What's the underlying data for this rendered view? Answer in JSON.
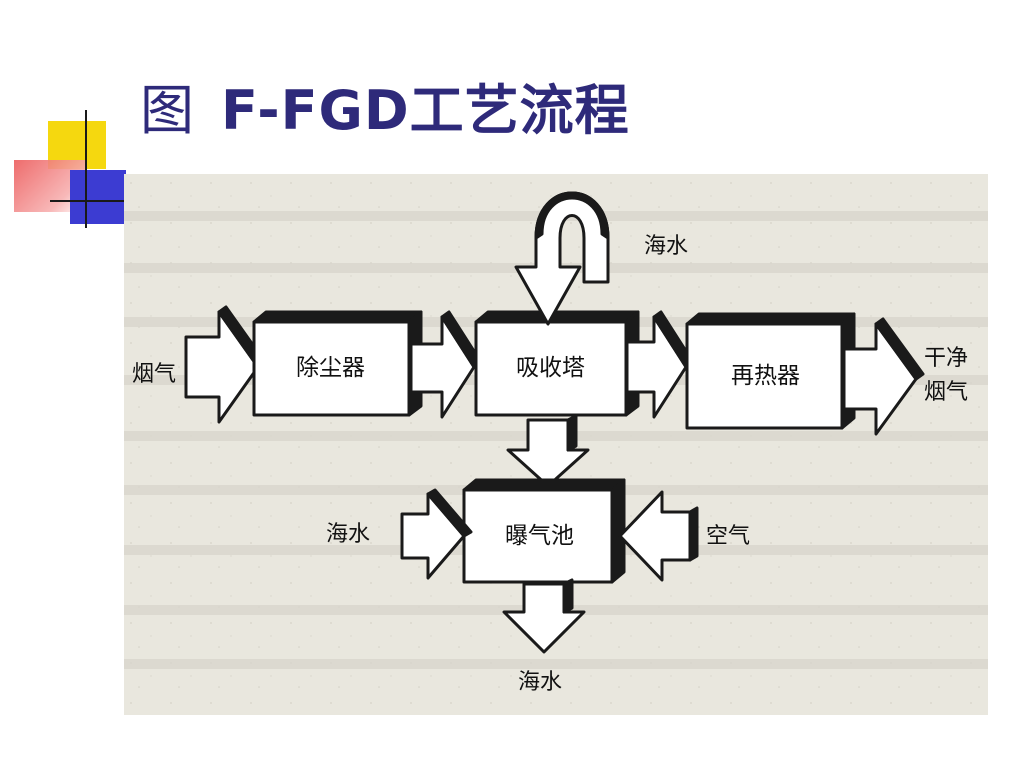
{
  "slide": {
    "title_prefix": "图",
    "title_main": "F-FGD工艺流程"
  },
  "diagram": {
    "boxes": {
      "dust_collector": "除尘器",
      "absorber": "吸收塔",
      "reheater": "再热器",
      "aeration_pool": "曝气池"
    },
    "flows": {
      "flue_gas_in": "烟气",
      "seawater_top": "海水",
      "clean_gas_line1": "干净",
      "clean_gas_line2": "烟气",
      "seawater_left": "海水",
      "air_right": "空气",
      "seawater_out": "海水"
    }
  },
  "colors": {
    "title": "#2e2a7a",
    "deco_yellow": "#f5d80f",
    "deco_blue": "#3c3cd2",
    "deco_red": "#ec5c5c",
    "scan_background": "#e9e7de",
    "ink": "#1a1a1a"
  }
}
